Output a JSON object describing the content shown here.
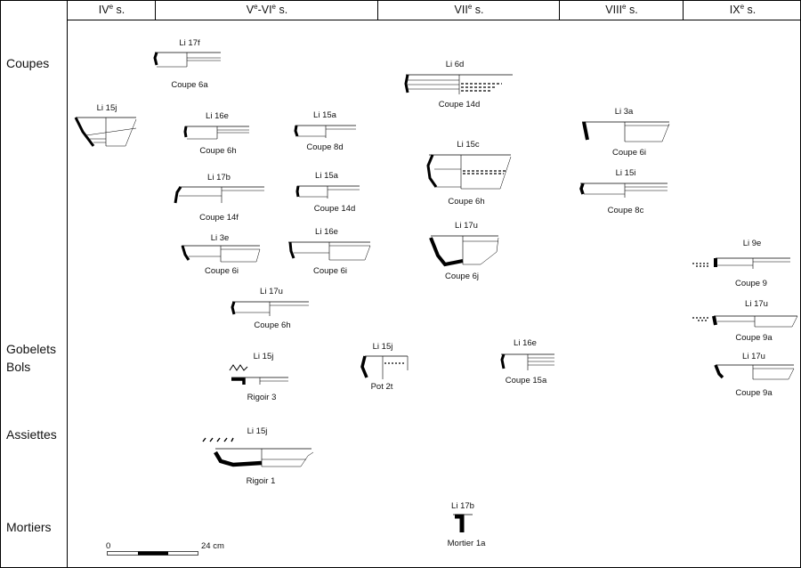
{
  "periods": [
    "IV",
    "V",
    "VI",
    "VII",
    "VIII",
    "IX"
  ],
  "period_suffix": "e",
  "period_unit": "s.",
  "rows": [
    "Coupes",
    "Gobelets",
    "Bols",
    "Assiettes",
    "Mortiers"
  ],
  "items": [
    {
      "ref": "Li 17f",
      "form": "Coupe 6a"
    },
    {
      "ref": "Li 6d",
      "form": "Coupe 14d"
    },
    {
      "ref": "Li 15j",
      "form": ""
    },
    {
      "ref": "Li 16e",
      "form": "Coupe 6h"
    },
    {
      "ref": "Li 15a",
      "form": "Coupe 8d"
    },
    {
      "ref": "Li 3a",
      "form": "Coupe 6i"
    },
    {
      "ref": "Li 15c",
      "form": "Coupe 6h"
    },
    {
      "ref": "Li 17b",
      "form": "Coupe 14f"
    },
    {
      "ref": "Li 15a",
      "form": "Coupe 14d"
    },
    {
      "ref": "Li 15i",
      "form": "Coupe 8c"
    },
    {
      "ref": "Li 3e",
      "form": "Coupe 6i"
    },
    {
      "ref": "Li 16e",
      "form": "Coupe 6i"
    },
    {
      "ref": "Li 17u",
      "form": "Coupe 6j"
    },
    {
      "ref": "Li 9e",
      "form": "Coupe 9"
    },
    {
      "ref": "Li 17u",
      "form": "Coupe 6h"
    },
    {
      "ref": "Li 17u",
      "form": "Coupe 9a"
    },
    {
      "ref": "Li 15j",
      "form": "Rigoir 3"
    },
    {
      "ref": "Li 15j",
      "form": "Pot 2t"
    },
    {
      "ref": "Li 16e",
      "form": "Coupe 15a"
    },
    {
      "ref": "Li 17u",
      "form": "Coupe 9a"
    },
    {
      "ref": "Li 15j",
      "form": "Rigoir 1"
    },
    {
      "ref": "Li 17b",
      "form": "Mortier 1a"
    }
  ],
  "scale": {
    "start": "0",
    "end": "24 cm"
  }
}
